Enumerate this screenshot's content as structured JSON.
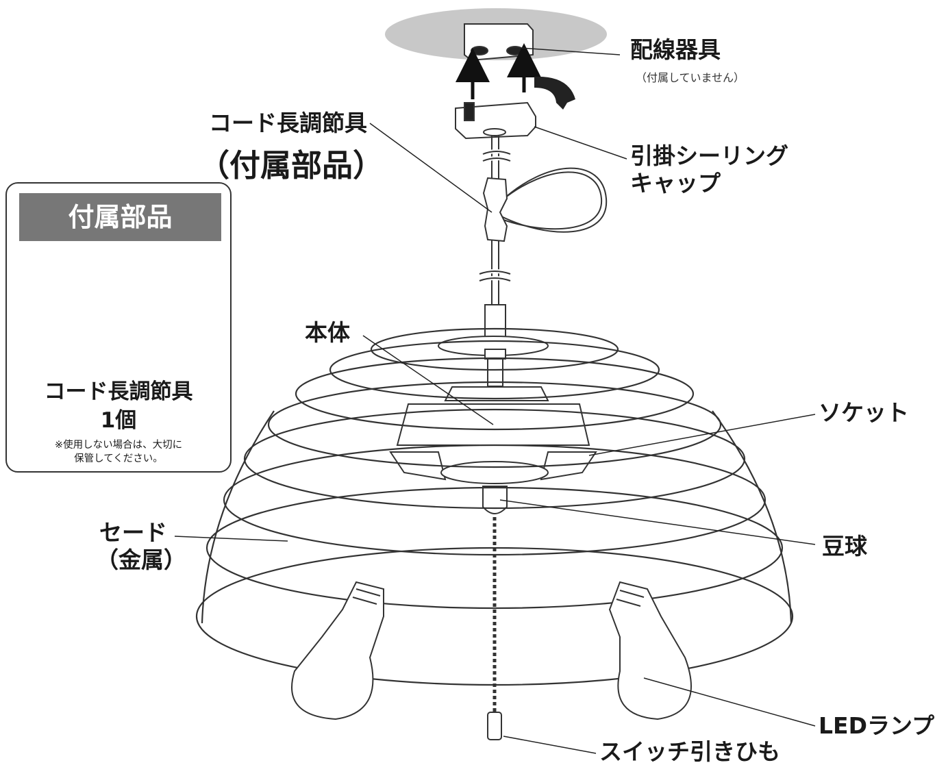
{
  "labels": {
    "wiring_device": "配線器具",
    "wiring_note": "（付属していません）",
    "cord_adjuster": "コード長調節具",
    "cord_adjuster_sub": "（付属部品）",
    "ceiling_cap_line1": "引掛シーリング",
    "ceiling_cap_line2": "キャップ",
    "body": "本体",
    "socket": "ソケット",
    "night_bulb": "豆球",
    "shade_line1": "セード",
    "shade_line2": "（金属）",
    "led_lamp": "LEDランプ",
    "pull_switch": "スイッチ引きひも"
  },
  "accessory_box": {
    "header": "付属部品",
    "item_name": "コード長調節具",
    "quantity": "1個",
    "note_line1": "※使用しない場合は、大切に",
    "note_line2": "保管してください。"
  },
  "colors": {
    "ceiling": "#c8c8c8",
    "box_header": "#777777",
    "stroke": "#333333"
  }
}
